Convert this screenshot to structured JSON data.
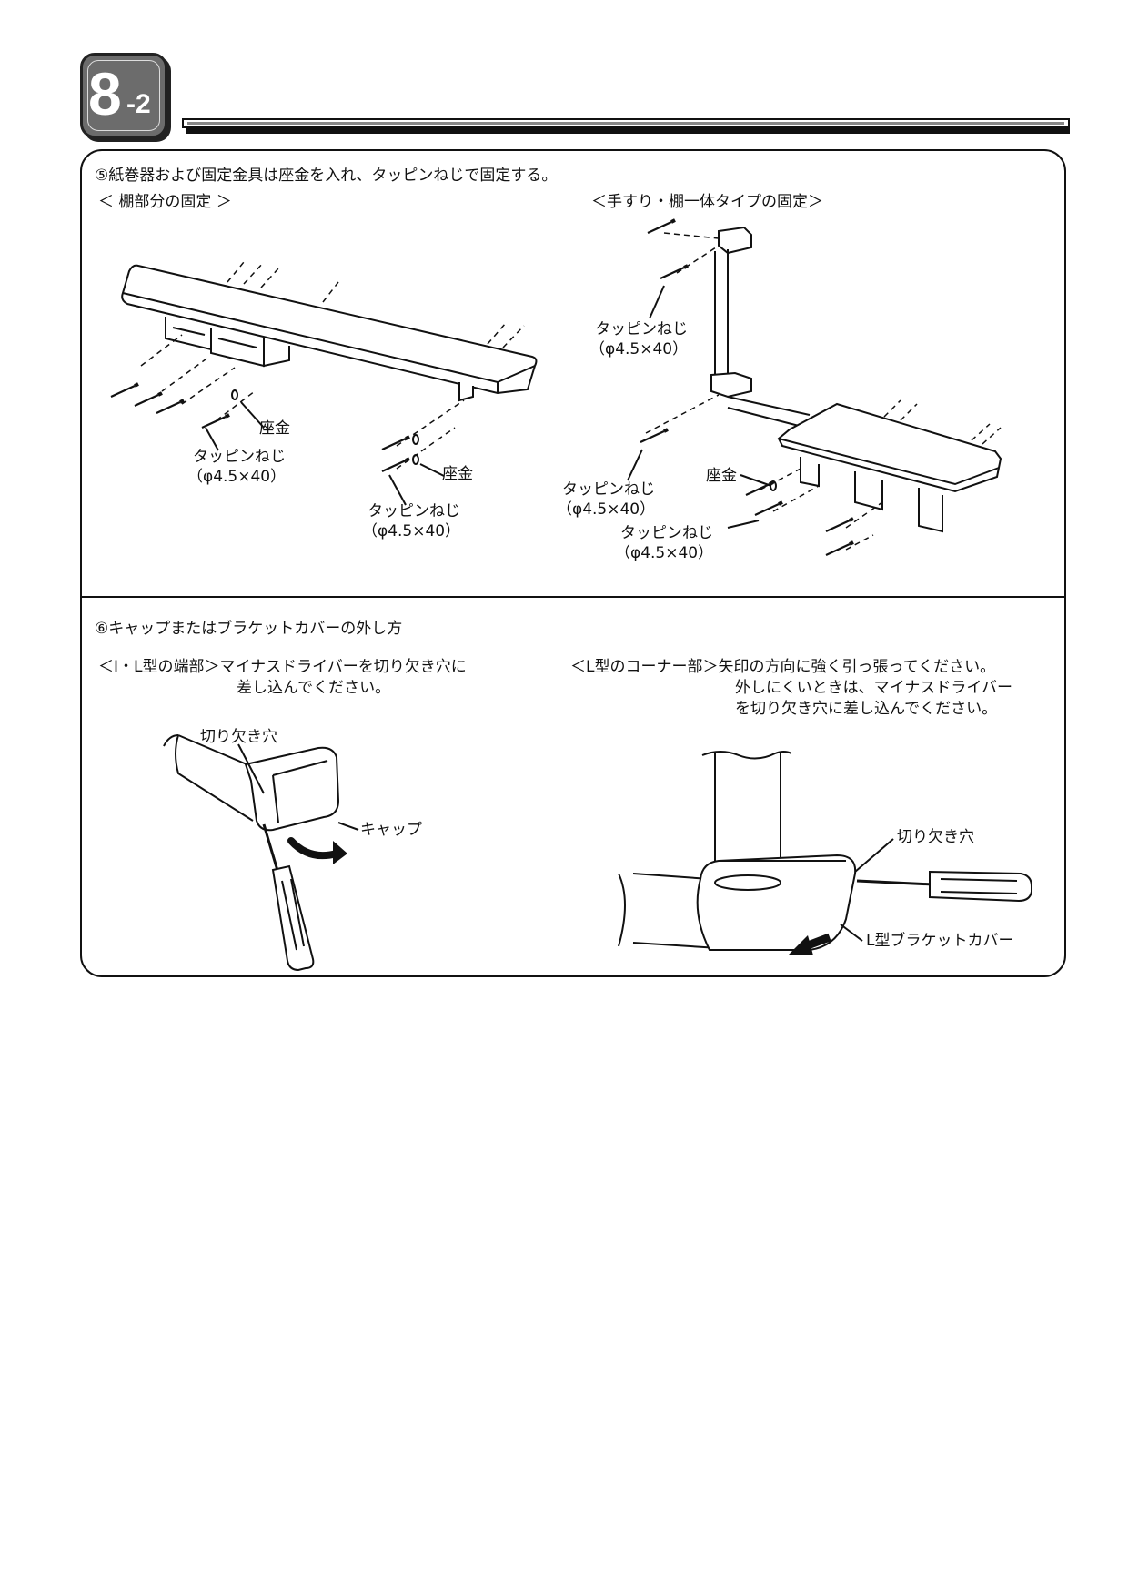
{
  "header": {
    "section_main": "8",
    "section_sub": "-2"
  },
  "section5": {
    "title": "⑤紙巻器および固定金具は座金を入れ、タッピンねじで固定する。",
    "left_heading": "＜ 棚部分の固定 ＞",
    "right_heading": "＜手すり・棚一体タイプの固定＞",
    "labels": {
      "washer": "座金",
      "screw": "タッピンねじ",
      "screw_size": "（φ4.5×40）"
    }
  },
  "section6": {
    "title": "⑥キャップまたはブラケットカバーの外し方",
    "left_line1": "＜I・L型の端部＞マイナスドライバーを切り欠き穴に",
    "left_line2": "差し込んでください。",
    "right_line1": "＜L型のコーナー部＞矢印の方向に強く引っ張ってください。",
    "right_line2": "外しにくいときは、マイナスドライバー",
    "right_line3": "を切り欠き穴に差し込んでください。",
    "labels": {
      "notch_hole": "切り欠き穴",
      "cap": "キャップ",
      "bracket_cover": "L型ブラケットカバー"
    }
  }
}
